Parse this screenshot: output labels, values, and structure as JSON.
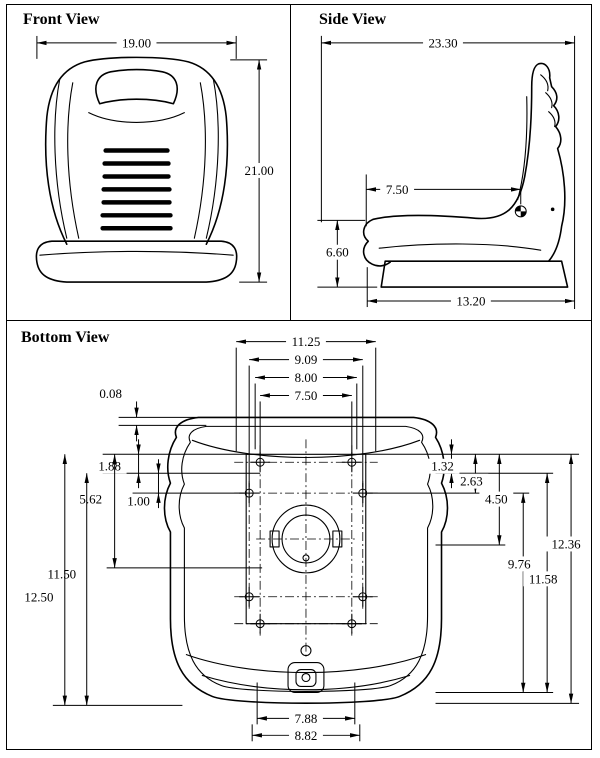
{
  "front_view": {
    "title": "Front View",
    "width": "19.00",
    "height": "21.00"
  },
  "side_view": {
    "title": "Side View",
    "depth": "23.30",
    "pivot": "7.50",
    "base_height": "6.60",
    "base_length": "13.20"
  },
  "bottom_view": {
    "title": "Bottom View",
    "top": [
      "11.25",
      "9.09",
      "8.00",
      "7.50"
    ],
    "left": [
      "0.08",
      "1.88",
      "5.62",
      "1.00",
      "11.50",
      "12.50"
    ],
    "right": [
      "1.32",
      "2.63",
      "4.50",
      "9.76",
      "11.58",
      "12.36"
    ],
    "bottom": [
      "7.88",
      "8.82"
    ]
  },
  "colors": {
    "ink": "#000000",
    "paper": "#ffffff"
  }
}
